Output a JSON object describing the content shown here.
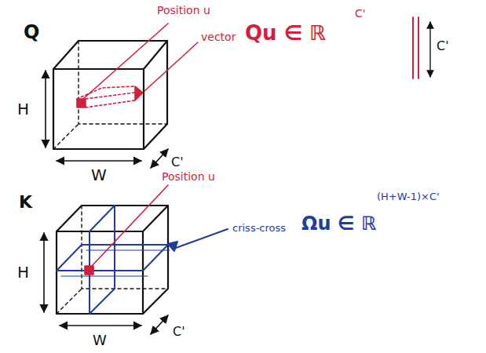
{
  "diagram": {
    "labels": [
      "Q",
      "Position u",
      "vector",
      "Qu ∈ ℝ",
      "C'",
      "C'",
      "H",
      "W",
      "C'",
      "K",
      "Position u",
      "criss-cross",
      "Ωu ∈ ℝ",
      "(H+W-1)×C'",
      "H",
      "W",
      "C'"
    ]
  }
}
